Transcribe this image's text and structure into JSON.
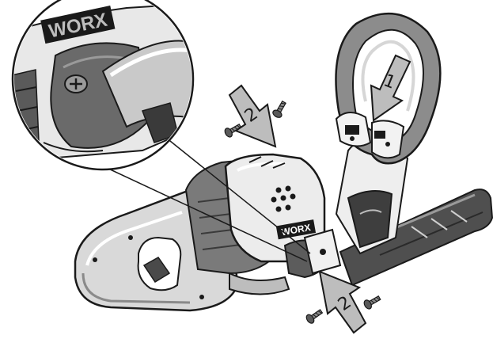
{
  "brand": {
    "logo_text": "WORX"
  },
  "steps": [
    {
      "number": "1"
    },
    {
      "number": "2"
    },
    {
      "number": "2"
    }
  ],
  "colors": {
    "outline": "#1a1a1a",
    "handle_gray": "#8c8c8c",
    "arrow_gray": "#bdbdbd",
    "body_light": "#e2e2e2",
    "body_mid": "#a9a9a9",
    "body_dark": "#5a5a5a"
  }
}
